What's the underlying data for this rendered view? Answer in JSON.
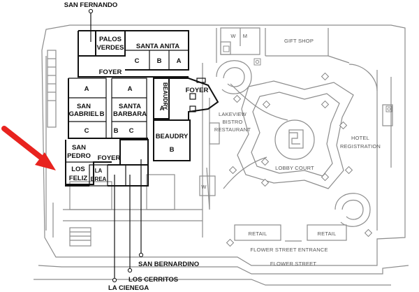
{
  "rooms": {
    "palos_verdes_line1": "PALOS",
    "palos_verdes_line2": "VERDES",
    "santa_anita": "SANTA ANITA",
    "santa_anita_c": "C",
    "santa_anita_b": "B",
    "santa_anita_a": "A",
    "foyer_north": "FOYER",
    "foyer_east": "FOYER",
    "foyer_south": "FOYER",
    "san_gabriel_a": "A",
    "san_gabriel_line1": "SAN",
    "san_gabriel_line2": "GABRIEL",
    "san_gabriel_b": "B",
    "san_gabriel_c": "C",
    "santa_barbara_a": "A",
    "santa_barbara_line1": "SANTA",
    "santa_barbara_line2": "BARBARA",
    "santa_barbara_b": "B",
    "santa_barbara_c": "C",
    "beaudry_a_name": "BEAUDRY",
    "beaudry_a_letter": "A",
    "beaudry_b_name": "BEAUDRY",
    "beaudry_b_letter": "B",
    "san_pedro_line1": "SAN",
    "san_pedro_line2": "PEDRO",
    "los_feliz_line1": "LOS",
    "los_feliz_line2": "FELIZ",
    "la_brea_line1": "LA",
    "la_brea_line2": "BREA"
  },
  "hotel_areas": {
    "gift_shop": "GIFT SHOP",
    "lakeview_line1": "LAKEVIEW",
    "lakeview_line2": "BISTRO",
    "lakeview_line3": "RESTAURANT",
    "lobby_court": "LOBBY COURT",
    "hotel_line1": "HOTEL",
    "hotel_line2": "REGISTRATION",
    "retail_left": "RETAIL",
    "retail_right": "RETAIL",
    "flower_street_entrance": "FLOWER STREET ENTRANCE",
    "flower_street": "FLOWER STREET",
    "restroom_men": "M",
    "restroom_women": "W",
    "restroom_w2": "W"
  },
  "callouts": {
    "san_fernando": "SAN FERNANDO",
    "san_bernardino": "SAN BERNARDINO",
    "los_cerritos": "LOS CERRITOS",
    "la_cienega": "LA CIENEGA"
  },
  "colors": {
    "pointer_arrow": "#e8231f",
    "meeting_room_walls": "#111111",
    "hotel_walls": "#8c8c8c"
  },
  "icons": {
    "pointer": "red-arrow-icon",
    "accessible": "wheelchair-icon",
    "elevator": "elevator-icon"
  }
}
